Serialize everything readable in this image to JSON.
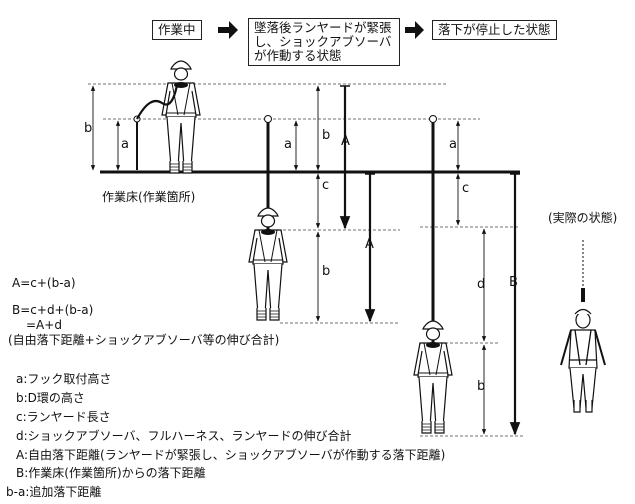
{
  "stages": [
    {
      "label": "作業中"
    },
    {
      "label": "墜落後ランヤードが緊張\nし、ショックアブソーバ\nが作動する状態"
    },
    {
      "label": "落下が停止した状態"
    }
  ],
  "floor_label": "作業床(作業箇所)",
  "actual_label": "(実際の状態)",
  "formulas": {
    "f1": "A=c+(b-a)",
    "f2": "B=c+d+(b-a)",
    "f3": "=A+d",
    "f4": "(自由落下距離+ショックアブソーバ等の伸び合計)"
  },
  "legend": [
    {
      "key": "a",
      "text": ":フック取付高さ"
    },
    {
      "key": "b",
      "text": ":D環の高さ"
    },
    {
      "key": "c",
      "text": ":ランヤード長さ"
    },
    {
      "key": "d",
      "text": ":ショックアブソーバ、フルハーネス、ランヤードの伸び合計"
    },
    {
      "key": "A",
      "text": ":自由落下距離(ランヤードが緊張し、ショックアブソーバが作動する落下距離)"
    },
    {
      "key": "B",
      "text": ":作業床(作業箇所)からの落下距離"
    },
    {
      "key": "b-a",
      "text": ":追加落下距離"
    }
  ],
  "dim_labels": {
    "b1": "b",
    "a1": "a",
    "a2": "a",
    "b2": "b",
    "c2": "c",
    "A2": "A",
    "b3": "b",
    "A3": "A",
    "a4": "a",
    "c4": "c",
    "d4": "d",
    "b4": "b",
    "B4": "B"
  }
}
